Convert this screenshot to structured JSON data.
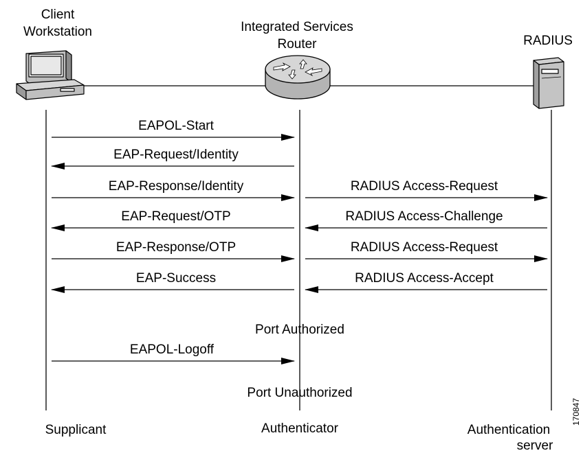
{
  "nodes": {
    "client": {
      "line1": "Client",
      "line2": "Workstation"
    },
    "router": {
      "line1": "Integrated Services",
      "line2": "Router"
    },
    "radius": {
      "label": "RADIUS"
    }
  },
  "roles": {
    "supplicant": "Supplicant",
    "authenticator": "Authenticator",
    "auth_server_line1": "Authentication",
    "auth_server_line2": "server"
  },
  "left_messages": [
    {
      "label": "EAPOL-Start",
      "direction": "right"
    },
    {
      "label": "EAP-Request/Identity",
      "direction": "left"
    },
    {
      "label": "EAP-Response/Identity",
      "direction": "right"
    },
    {
      "label": "EAP-Request/OTP",
      "direction": "left"
    },
    {
      "label": "EAP-Response/OTP",
      "direction": "right"
    },
    {
      "label": "EAP-Success",
      "direction": "left"
    }
  ],
  "right_messages": [
    {
      "label": "RADIUS Access-Request",
      "direction": "right"
    },
    {
      "label": "RADIUS Access-Challenge",
      "direction": "left"
    },
    {
      "label": "RADIUS Access-Request",
      "direction": "right"
    },
    {
      "label": "RADIUS Access-Accept",
      "direction": "left"
    }
  ],
  "states": {
    "port_authorized": "Port Authorized",
    "eapol_logoff": "EAPOL-Logoff",
    "port_unauthorized": "Port Unauthorized"
  },
  "figure_id": "170847"
}
